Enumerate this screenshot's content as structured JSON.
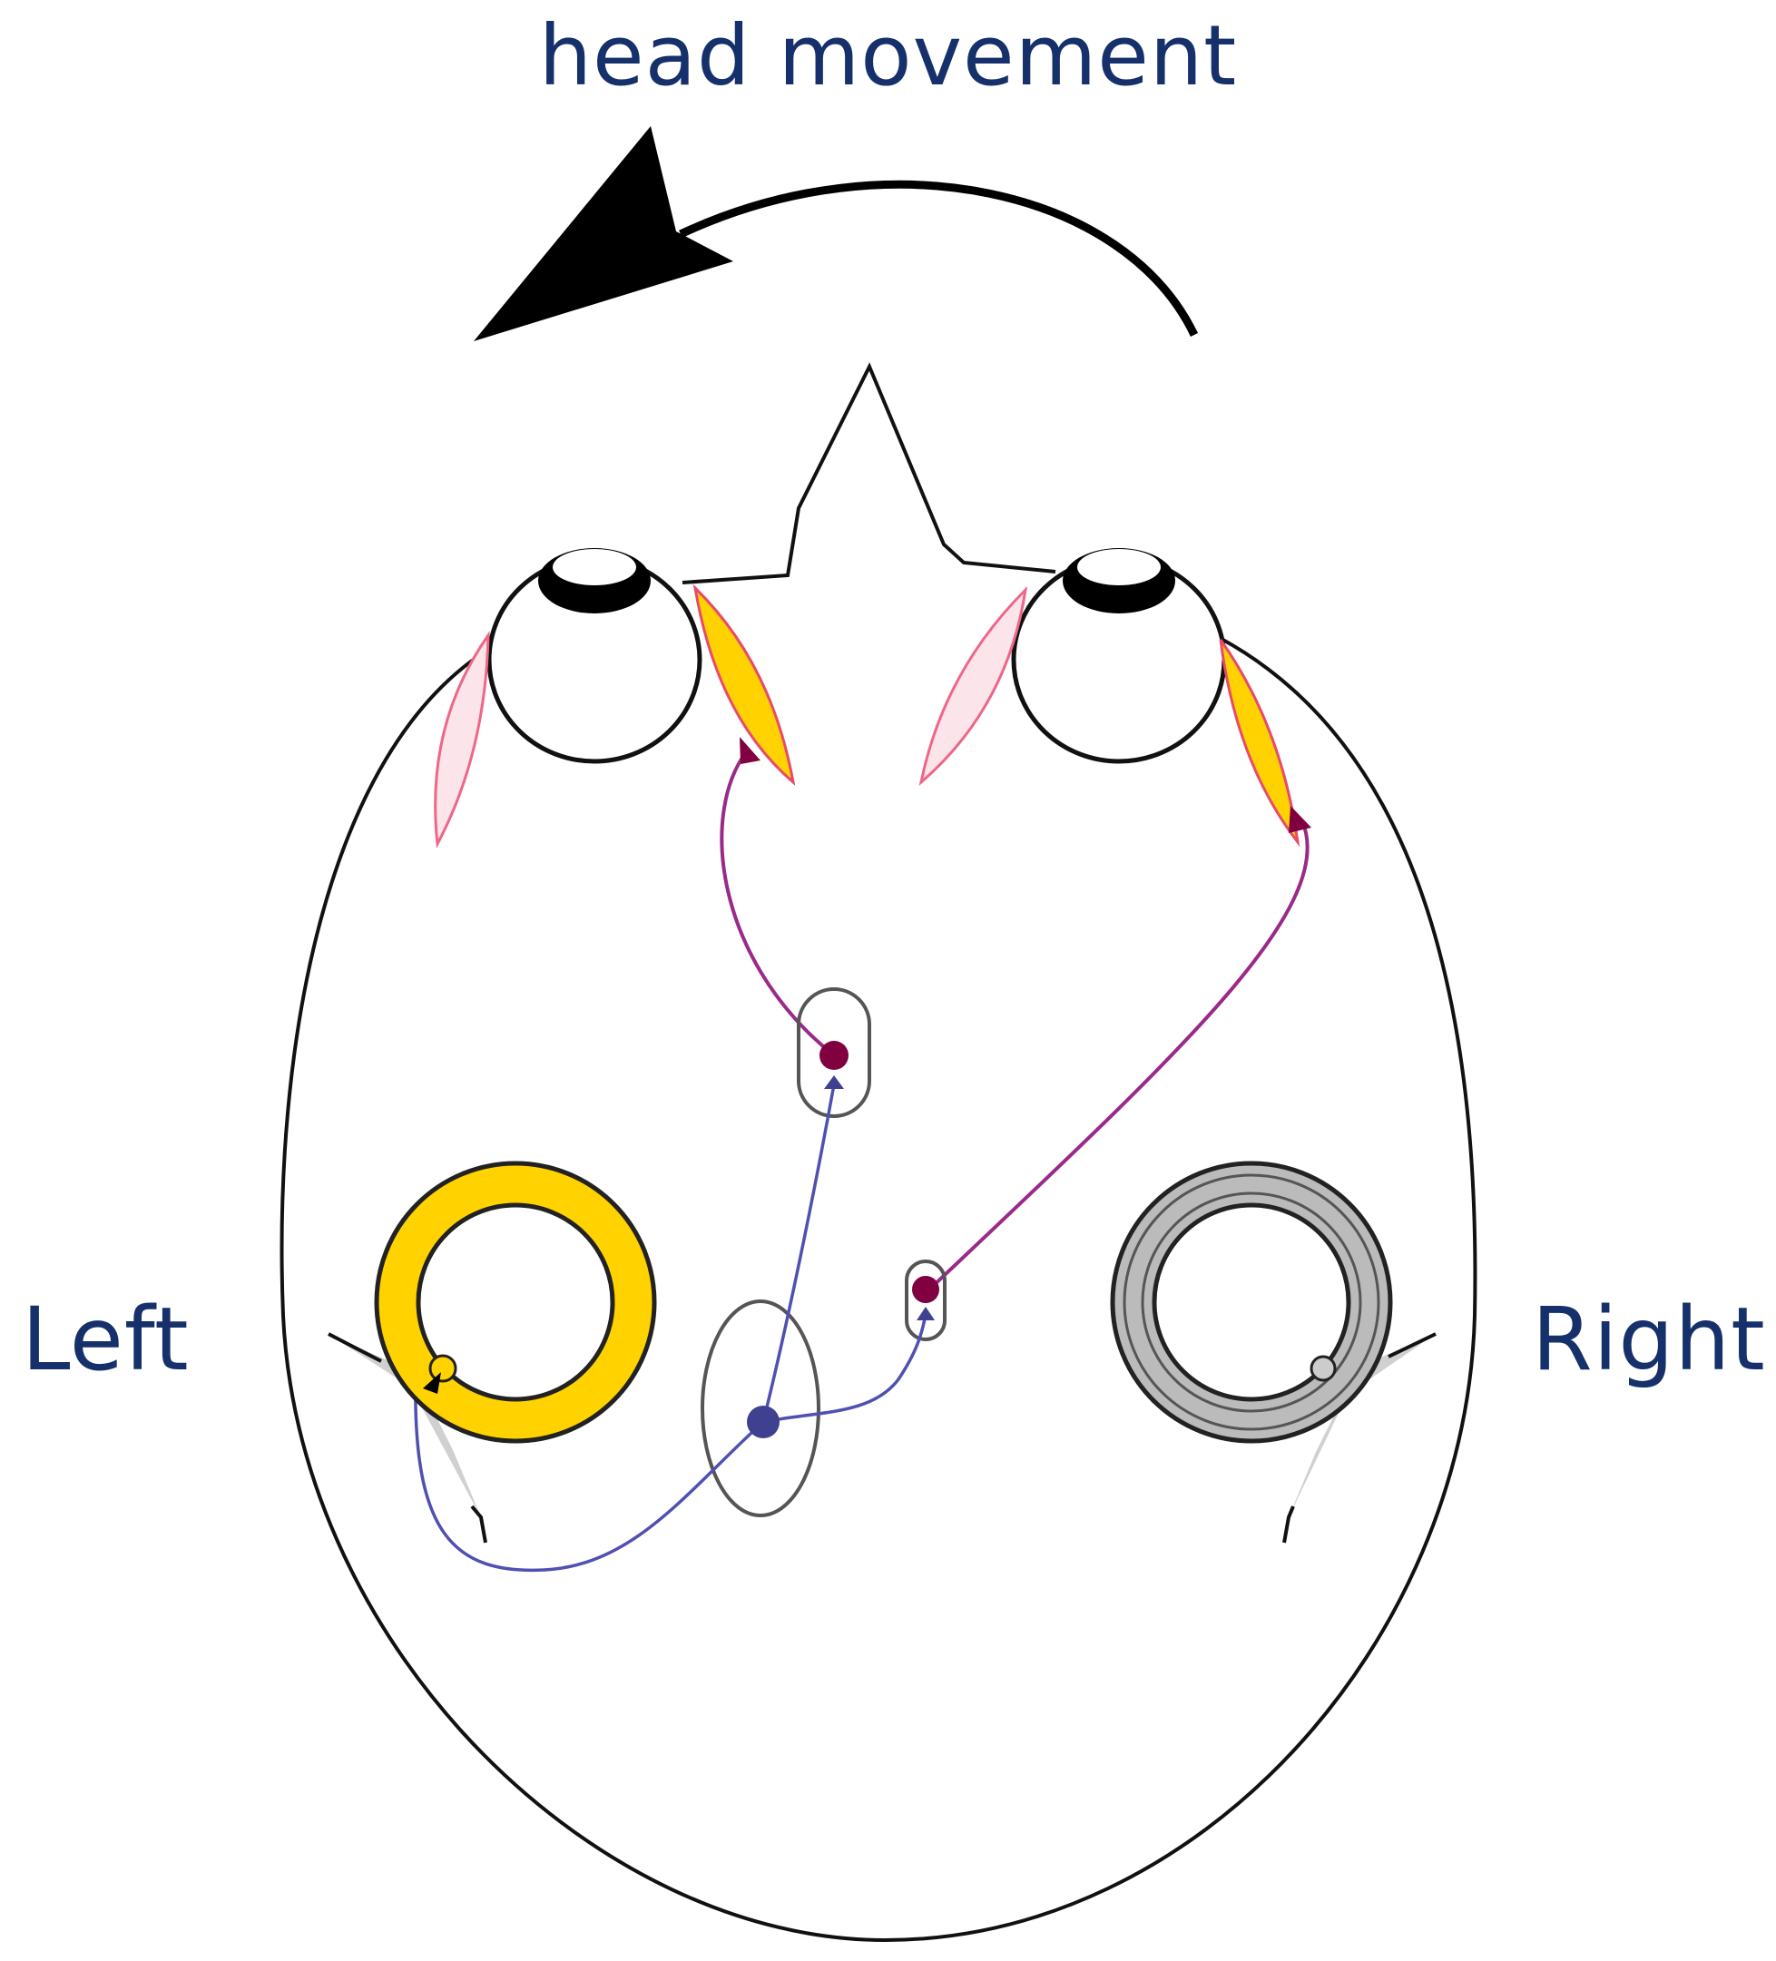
{
  "title": "head movement",
  "labels": {
    "left": "Left",
    "right": "Right"
  },
  "colors": {
    "text": "#15306a",
    "agonist_muscle": "#ffd200",
    "antagonist_muscle": "#fbe4ea",
    "excitatory_neuron": "#800040",
    "vestibular_neuron": "#404090",
    "outline": "#111111"
  },
  "icons": [
    "rotation-arrow-icon"
  ]
}
